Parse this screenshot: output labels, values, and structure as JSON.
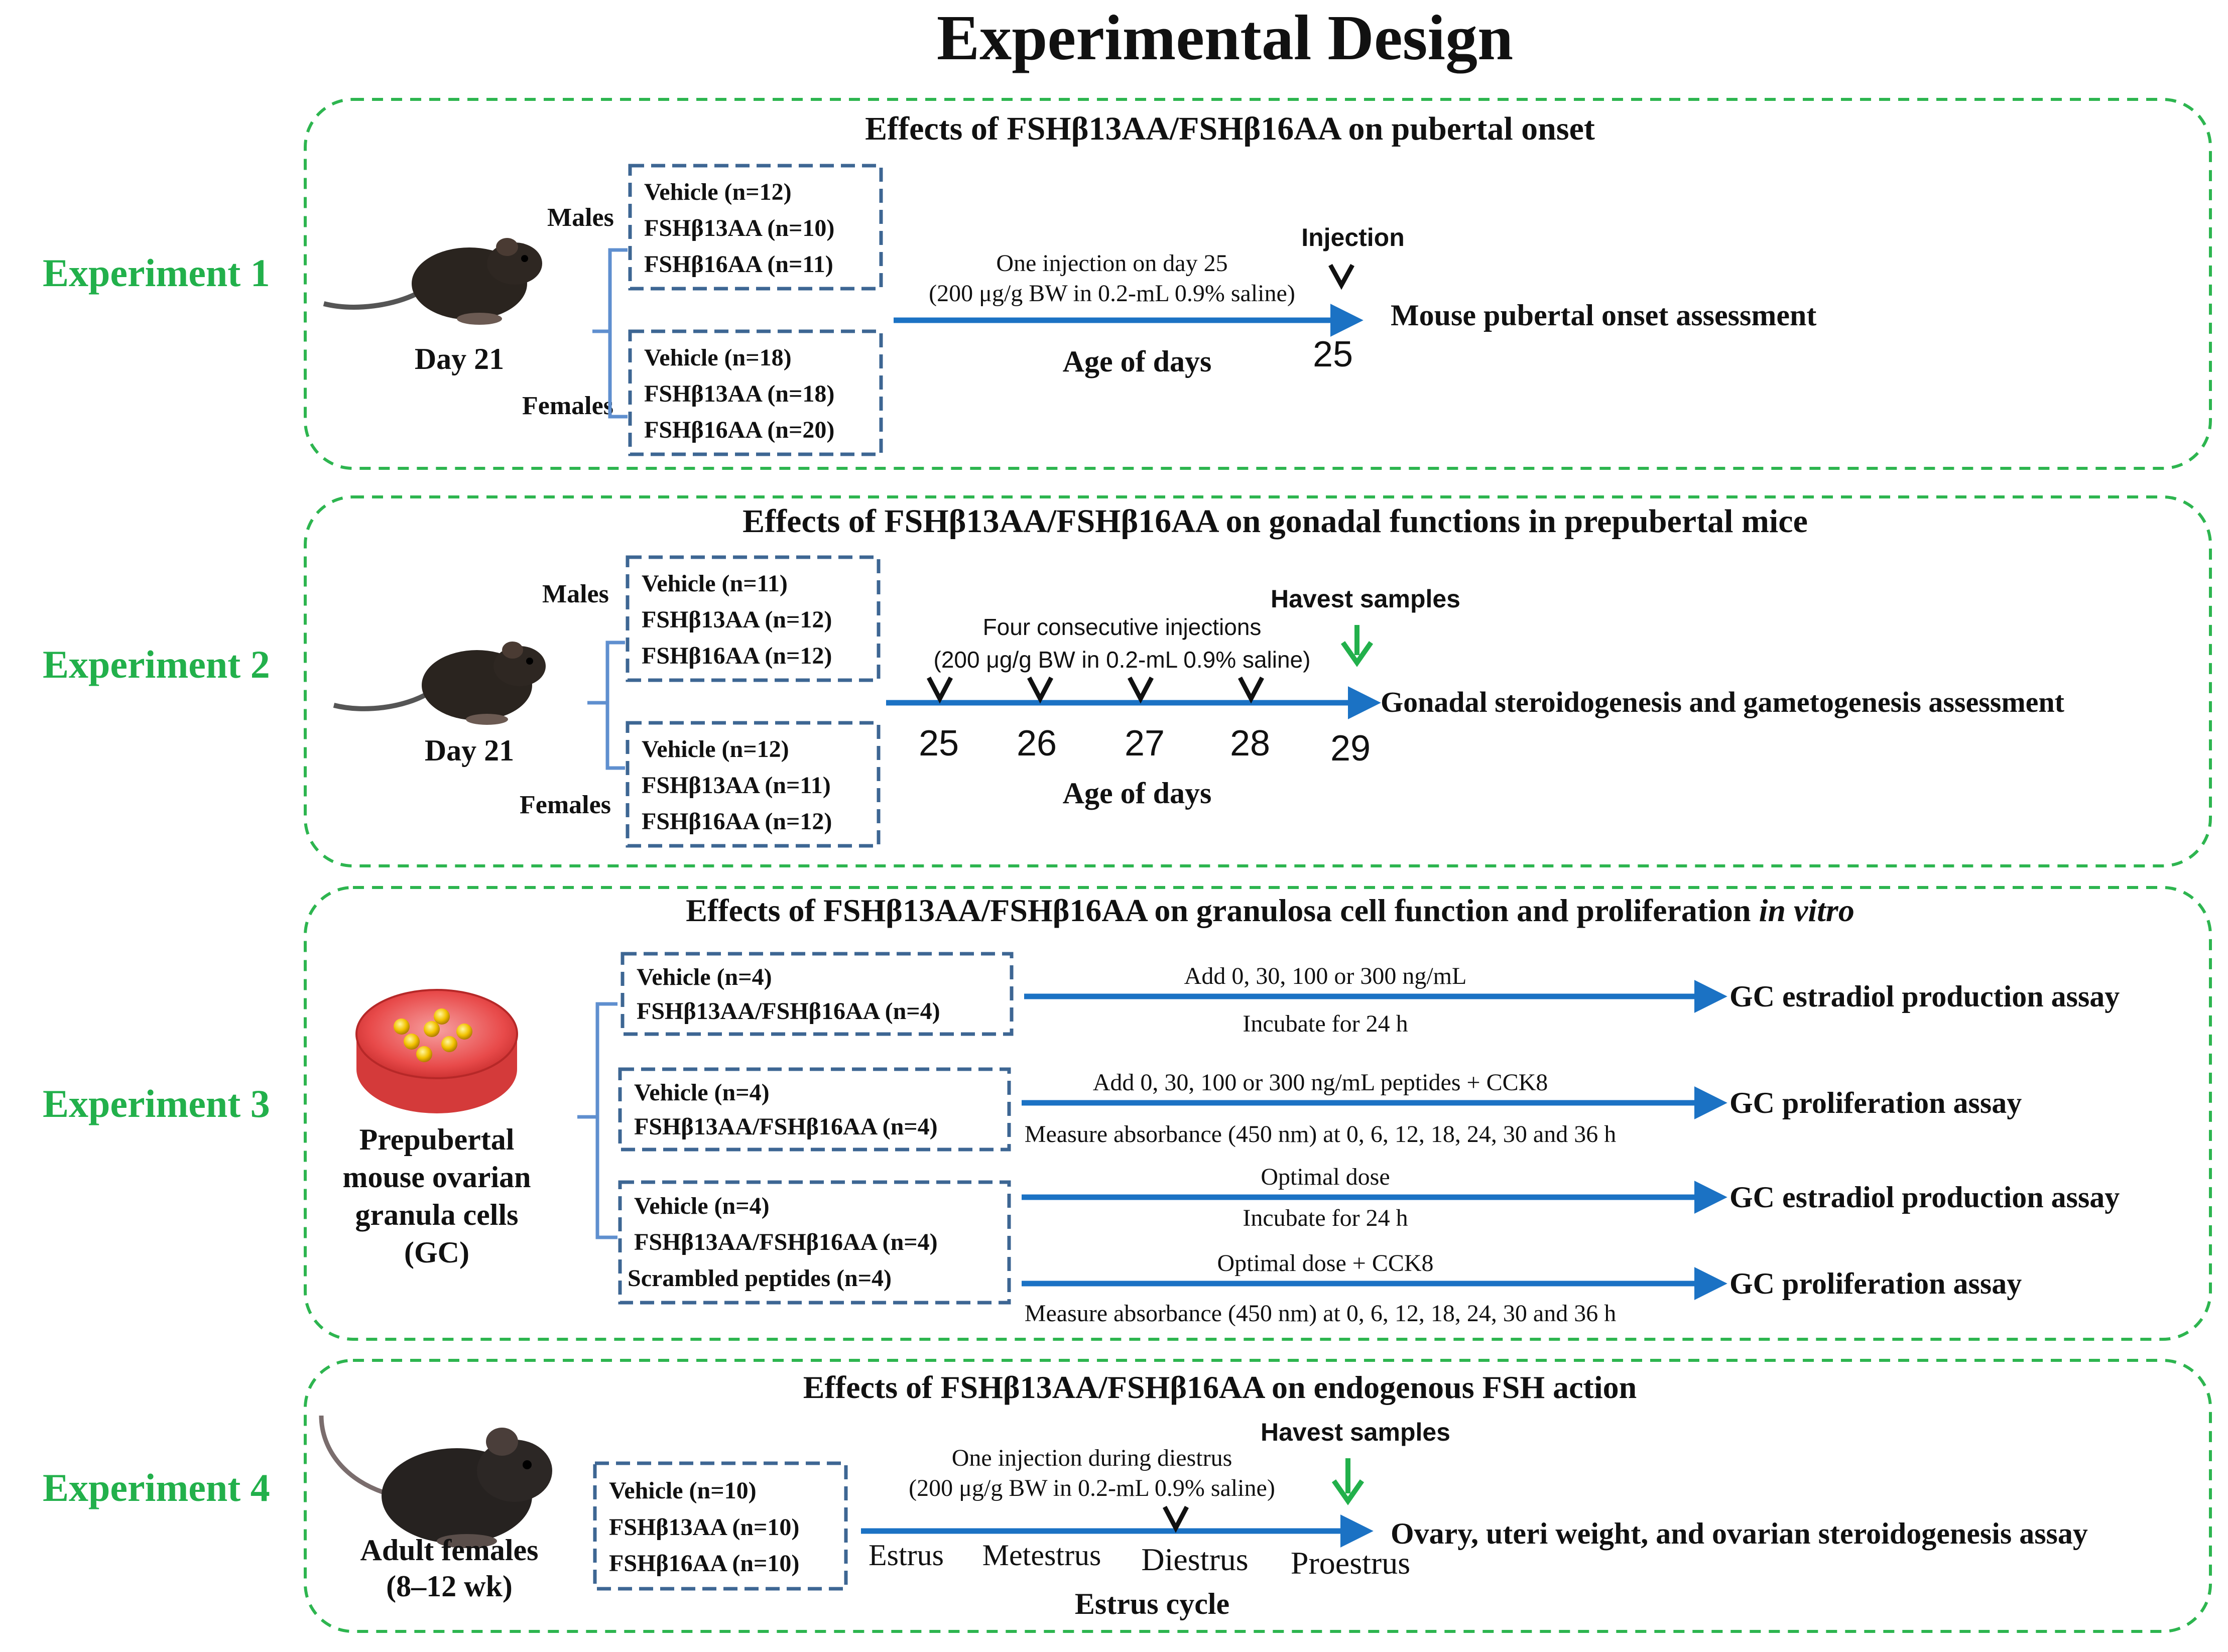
{
  "title": "Experimental Design",
  "colors": {
    "experiment_label": "#22b04b",
    "panel_border": "#2db54f",
    "group_border": "#3d6693",
    "timeline_arrow": "#1b72c4",
    "brace": "#5f8fcf",
    "harvest_arrow": "#22b04b"
  },
  "exp1": {
    "label": "Experiment 1",
    "heading": "Effects of FSHβ13AA/FSHβ16AA on pubertal onset",
    "animal_label": "Day 21",
    "males_label": "Males",
    "females_label": "Females",
    "male_groups": [
      "Vehicle (n=12)",
      "FSHβ13AA (n=10)",
      "FSHβ16AA (n=11)"
    ],
    "female_groups": [
      "Vehicle (n=18)",
      "FSHβ13AA (n=18)",
      "FSHβ16AA (n=20)"
    ],
    "injection_note_1": "One injection on day 25",
    "injection_note_2": "(200 μg/g BW in 0.2-mL 0.9% saline)",
    "injection_marker": "Injection",
    "axis_label": "Age of days",
    "day": "25",
    "outcome": "Mouse pubertal onset assessment"
  },
  "exp2": {
    "label": "Experiment 2",
    "heading": "Effects of FSHβ13AA/FSHβ16AA on gonadal functions in prepubertal mice",
    "animal_label": "Day 21",
    "males_label": "Males",
    "females_label": "Females",
    "male_groups": [
      "Vehicle (n=11)",
      "FSHβ13AA (n=12)",
      "FSHβ16AA (n=12)"
    ],
    "female_groups": [
      "Vehicle (n=12)",
      "FSHβ13AA (n=11)",
      "FSHβ16AA (n=12)"
    ],
    "injection_note_1": "Four consecutive injections",
    "injection_note_2": "(200 μg/g BW in 0.2-mL 0.9% saline)",
    "harvest_marker": "Havest samples",
    "days": [
      "25",
      "26",
      "27",
      "28",
      "29"
    ],
    "axis_label": "Age of days",
    "outcome": "Gonadal steroidogenesis and gametogenesis assessment"
  },
  "exp3": {
    "label": "Experiment 3",
    "heading_main": "Effects of FSHβ13AA/FSHβ16AA on granulosa cell function and proliferation ",
    "heading_italic": "in vitro",
    "cell_label": [
      "Prepubertal",
      "mouse ovarian",
      "granula cells",
      "(GC)"
    ],
    "group_a": [
      "Vehicle (n=4)",
      "FSHβ13AA/FSHβ16AA (n=4)"
    ],
    "group_b": [
      "Vehicle (n=4)",
      "FSHβ13AA/FSHβ16AA (n=4)"
    ],
    "group_c": [
      "Vehicle (n=4)",
      "FSHβ13AA/FSHβ16AA (n=4)",
      "Scrambled peptides (n=4)"
    ],
    "row1_above": "Add 0, 30, 100 or 300 ng/mL",
    "row1_below": "Incubate for 24 h",
    "row1_outcome": "GC estradiol production assay",
    "row2_above": "Add 0, 30, 100 or 300 ng/mL peptides + CCK8",
    "row2_below": "Measure absorbance (450 nm) at 0, 6, 12, 18, 24, 30 and 36 h",
    "row2_outcome": "GC proliferation assay",
    "row3_above": "Optimal dose",
    "row3_below": "Incubate for 24 h",
    "row3_outcome": "GC estradiol production assay",
    "row4_above": "Optimal dose + CCK8",
    "row4_below": "Measure absorbance (450 nm) at 0, 6, 12, 18, 24, 30 and 36 h",
    "row4_outcome": "GC proliferation assay"
  },
  "exp4": {
    "label": "Experiment 4",
    "heading": "Effects of FSHβ13AA/FSHβ16AA on endogenous FSH action",
    "animal_label_1": "Adult females",
    "animal_label_2": "(8–12 wk)",
    "groups": [
      "Vehicle (n=10)",
      "FSHβ13AA (n=10)",
      "FSHβ16AA (n=10)"
    ],
    "injection_note_1": "One injection during diestrus",
    "injection_note_2": "(200 μg/g BW in 0.2-mL 0.9% saline)",
    "harvest_marker": "Havest samples",
    "stages": [
      "Estrus",
      "Metestrus",
      "Diestrus",
      "Proestrus"
    ],
    "axis_label": "Estrus cycle",
    "outcome": "Ovary, uteri weight, and ovarian steroidogenesis assay"
  }
}
